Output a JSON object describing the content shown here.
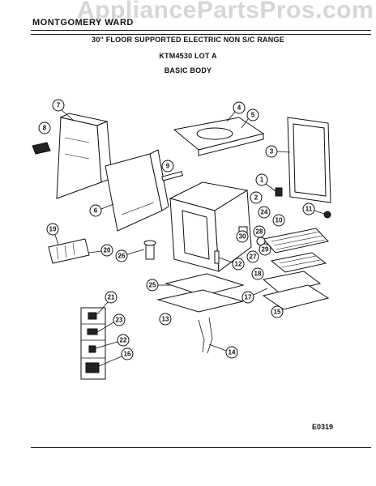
{
  "header": {
    "brand": "MONTGOMERY WARD",
    "watermark": "AppliancePartsPros.com",
    "title": "30\" FLOOR SUPPORTED ELECTRIC NON S/C RANGE",
    "model": "KTM4530 LOT A",
    "section": "BASIC BODY"
  },
  "footer": {
    "code": "E0319"
  },
  "callouts": [
    "1",
    "2",
    "3",
    "4",
    "5",
    "7",
    "8",
    "9",
    "10",
    "11",
    "12",
    "13",
    "14",
    "15",
    "16",
    "17",
    "18",
    "19",
    "20",
    "21",
    "22",
    "23",
    "24",
    "25",
    "26",
    "27",
    "28",
    "29",
    "30"
  ],
  "missing_callout_note": "6"
}
